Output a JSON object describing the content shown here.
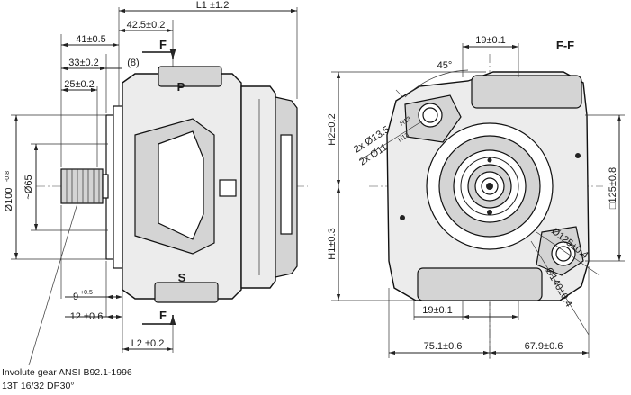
{
  "side_view": {
    "dims": {
      "L1": "L1 ±1.2",
      "d42": "42.5±0.2",
      "d41": "41±0.5",
      "d33": "33±0.2",
      "d8": "(8)",
      "d25": "25±0.2",
      "d100": "Ø100",
      "d100_tol": "-0.8",
      "d65": "~Ø65",
      "d9": "9",
      "d9_tol": "+0.5",
      "d12": "12 ±0.6",
      "L2": "L2 ±0.2"
    },
    "section_mark_top": "F",
    "section_mark_bottom": "F",
    "port_pressure": "P",
    "port_suction": "S"
  },
  "end_view": {
    "section_title": "F-F",
    "dims": {
      "d19_top": "19±0.1",
      "angle45": "45°",
      "H2": "H2±0.2",
      "hole1": "2x Ø13.5",
      "hole1_tol": "H13",
      "hole2": "2x Ø11",
      "hole2_tol": "H13",
      "sq125": "□125±0.8",
      "H1": "H1±0.3",
      "d125": "Ø125±0.4",
      "d140": "Ø140±0.4",
      "d19_bottom": "19±0.1",
      "d75": "75.1±0.6",
      "d67": "67.9±0.6"
    }
  },
  "shaft_note": {
    "line1": "Involute gear ANSI B92.1-1996",
    "line2": "13T 16/32 DP30°"
  }
}
